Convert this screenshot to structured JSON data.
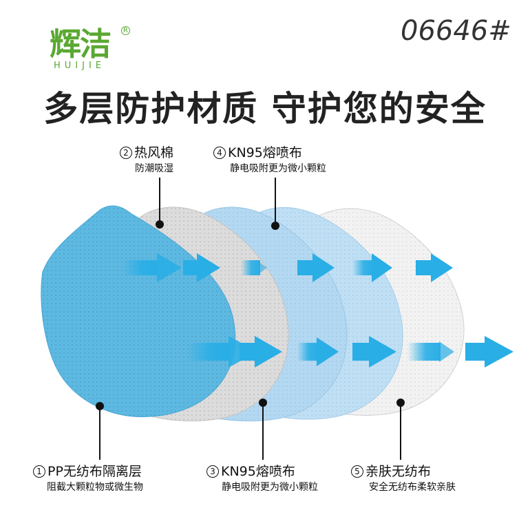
{
  "brand": {
    "name_cn": "辉洁",
    "name_en": "HUIJIE",
    "reg_mark": "R"
  },
  "product_code": "06646#",
  "headline": "多层防护材质 守护您的安全",
  "layers": [
    {
      "num": "1",
      "title": "PP无纺布隔离层",
      "desc": "阻截大颗粒物或微生物",
      "color": "#5ab9e2"
    },
    {
      "num": "2",
      "title": "热风棉",
      "desc": "防潮吸湿",
      "color": "#d9d9d9"
    },
    {
      "num": "3",
      "title": "KN95熔喷布",
      "desc": "静电吸附更为微小颗粒",
      "color": "#a9d4f0"
    },
    {
      "num": "4",
      "title": "KN95熔喷布",
      "desc": "静电吸附更为微小颗粒",
      "color": "#b8dcf4"
    },
    {
      "num": "5",
      "title": "亲肤无纺布",
      "desc": "安全无纺布柔软亲肤",
      "color": "#eeeeee"
    }
  ],
  "arrow_color": "#29aee6"
}
